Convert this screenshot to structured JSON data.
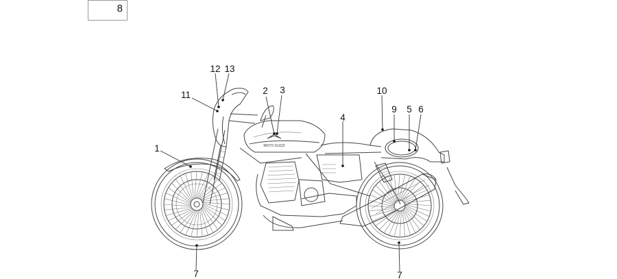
{
  "page_box": {
    "value": "8"
  },
  "callouts": [
    {
      "id": "c1",
      "label": "1"
    },
    {
      "id": "c2",
      "label": "2"
    },
    {
      "id": "c3",
      "label": "3"
    },
    {
      "id": "c4",
      "label": "4"
    },
    {
      "id": "c5",
      "label": "5"
    },
    {
      "id": "c6",
      "label": "6"
    },
    {
      "id": "c7a",
      "label": "7"
    },
    {
      "id": "c7b",
      "label": "7"
    },
    {
      "id": "c9",
      "label": "9"
    },
    {
      "id": "c10",
      "label": "10"
    },
    {
      "id": "c11",
      "label": "11"
    },
    {
      "id": "c12",
      "label": "12"
    },
    {
      "id": "c13",
      "label": "13"
    }
  ],
  "tank_logo": "MOTO GUZZI"
}
